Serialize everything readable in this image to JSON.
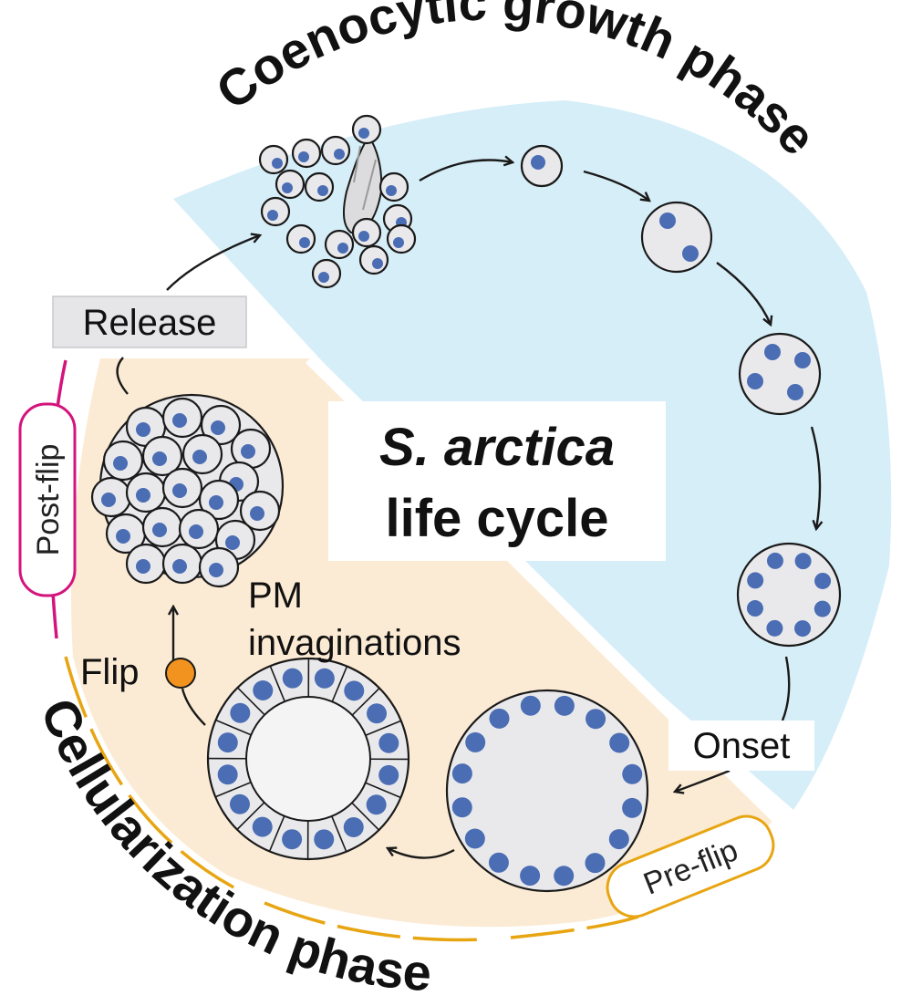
{
  "phases": {
    "growth": "Coenocytic growth phase",
    "cellularization": "Cellularization phase"
  },
  "center": {
    "line1": "S. arctica",
    "line2": "life cycle"
  },
  "labels": {
    "release": "Release",
    "onset": "Onset",
    "flip": "Flip",
    "pm_line1": "PM",
    "pm_line2": "invaginations",
    "post_flip": "Post-flip",
    "pre_flip": "Pre-flip"
  },
  "colors": {
    "growth_bg": "#d6eef8",
    "cellularization_bg": "#fcebd4",
    "nucleus": "#4a6db3",
    "cell_fill": "#e9e9ec",
    "flip_dot": "#f2931f",
    "post_flip_line": "#d4147d",
    "cellularization_line": "#e8a512"
  }
}
